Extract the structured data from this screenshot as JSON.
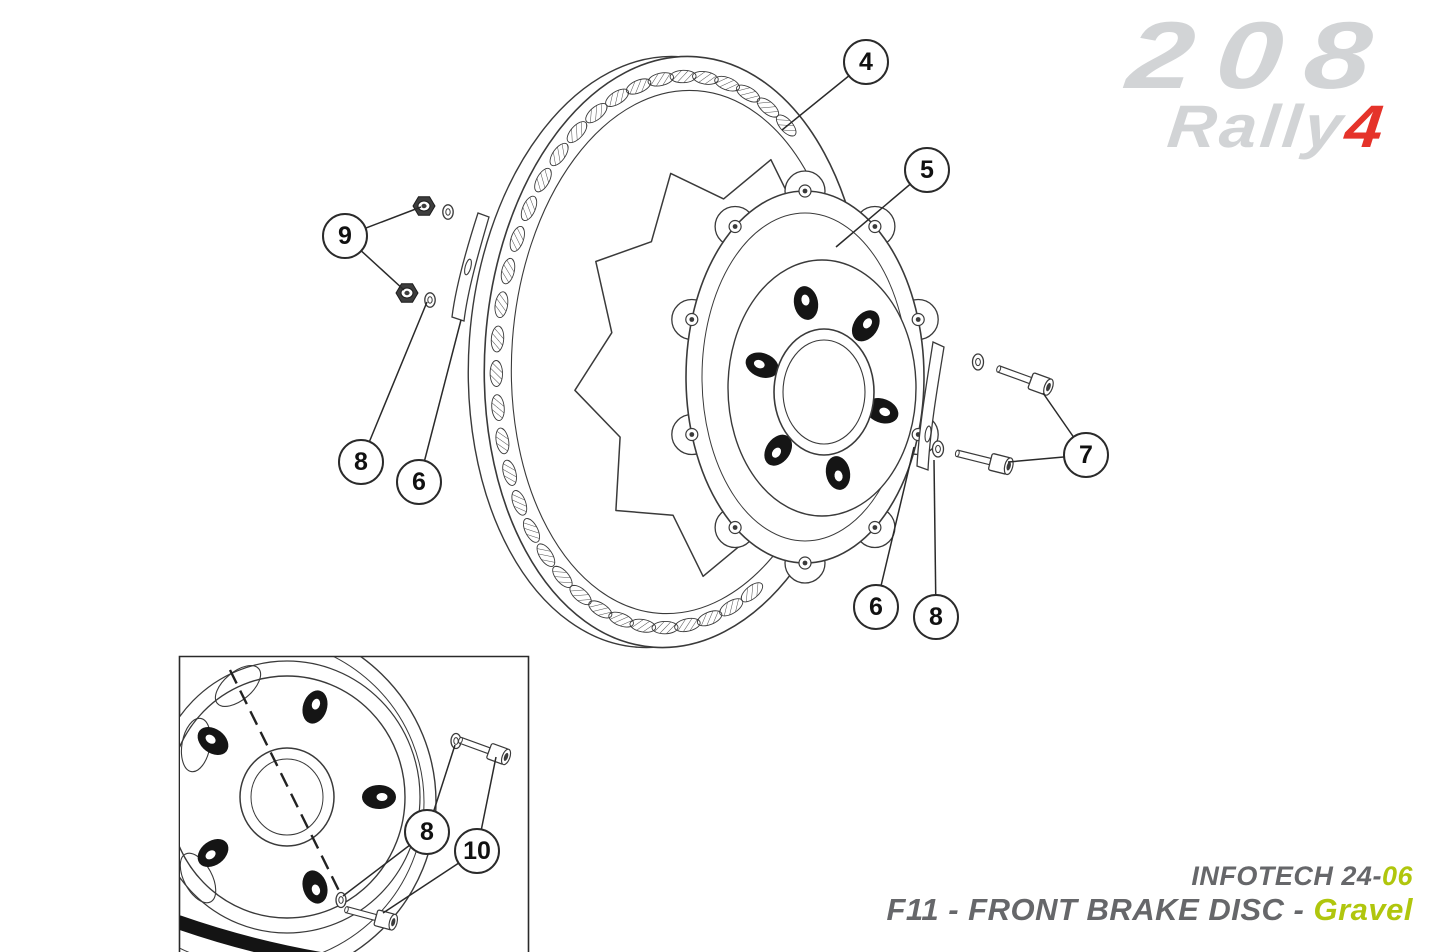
{
  "colors": {
    "accent_green": "#b0c60d",
    "text_gray": "#66676a",
    "logo_gray": "#d2d4d6",
    "logo_red": "#e5332a",
    "line_color": "#3a3a3a"
  },
  "logo": {
    "model": "208",
    "series": "Rally",
    "series_accent": "4"
  },
  "footer": {
    "doc_label": "INFOTECH 24-",
    "doc_number": "06",
    "title_main": "F11 - FRONT BRAKE DISC - ",
    "title_accent": "Gravel"
  },
  "callouts": {
    "main": [
      "4",
      "5",
      "9",
      "8",
      "6",
      "7",
      "6",
      "8"
    ],
    "inset": [
      "8",
      "10"
    ]
  }
}
